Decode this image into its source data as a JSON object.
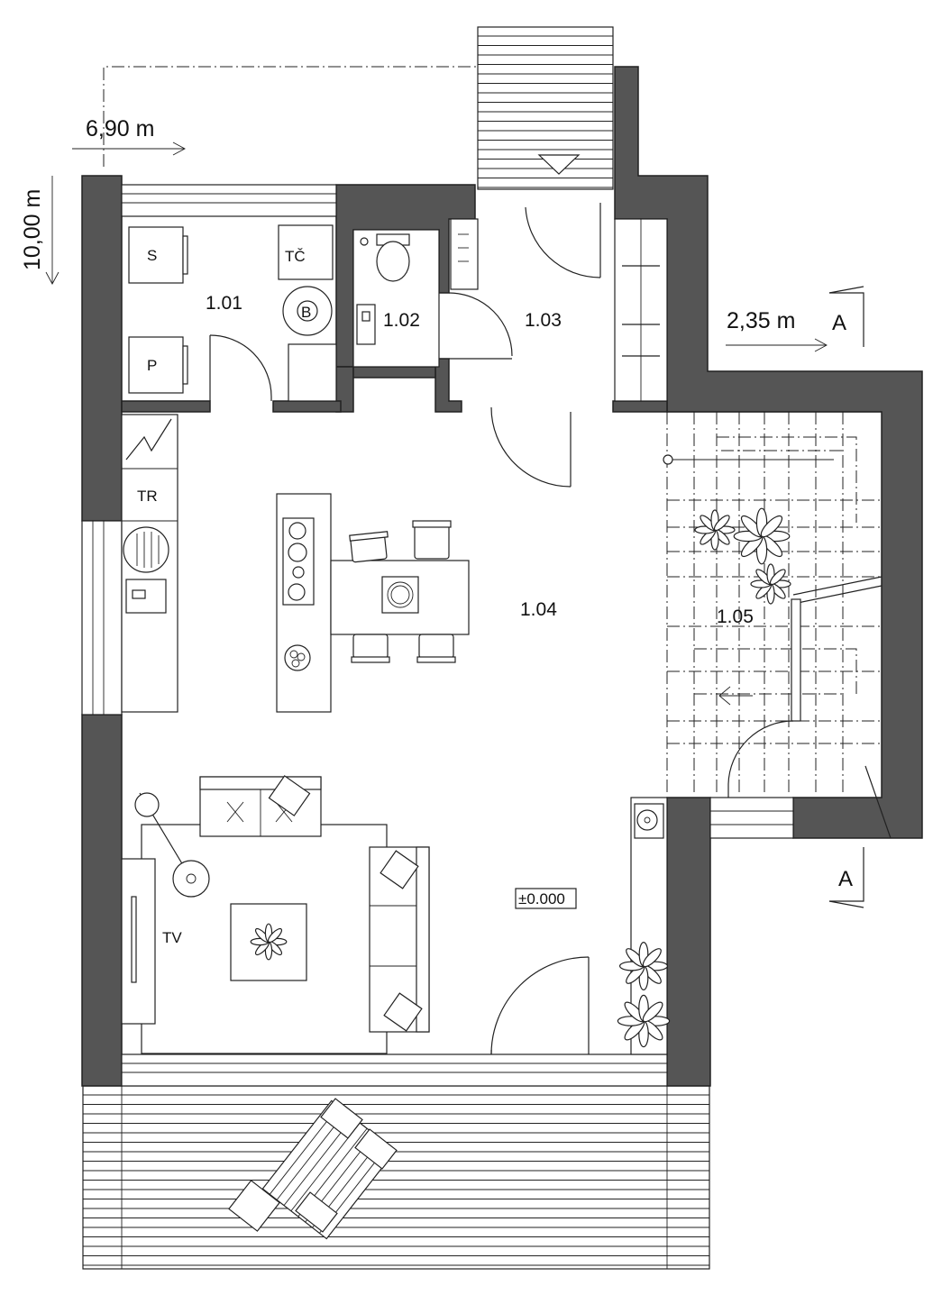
{
  "dimensions": {
    "width": "6,90 m",
    "depth": "10,00 m",
    "offset": "2,35 m"
  },
  "rooms": {
    "r101": "1.01",
    "r102": "1.02",
    "r103": "1.03",
    "r104": "1.04",
    "r105": "1.05"
  },
  "fixtures": {
    "dryer": "S",
    "washer": "P",
    "heat_pump": "TČ",
    "boiler": "B",
    "fridge": "TR",
    "tv": "TV"
  },
  "level": "±0.000",
  "section": "A",
  "icons": [
    "north-arrow",
    "stair-direction-arrow",
    "plant-icon",
    "chair-icon",
    "turntable-icon"
  ]
}
